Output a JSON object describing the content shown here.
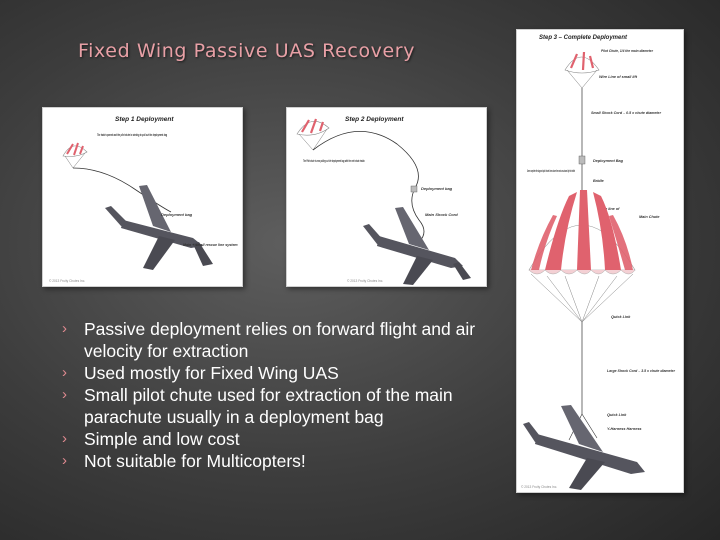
{
  "slide": {
    "title": "Fixed Wing Passive UAS Recovery",
    "bullets": [
      "Passive deployment relies on forward flight and air velocity for extraction",
      "Used mostly for Fixed Wing UAS",
      "Small pilot chute used for extraction of the main parachute usually in a deployment bag",
      "Simple and low cost",
      "Not suitable for Multicopters!"
    ],
    "bullet_marker": "›"
  },
  "figures": {
    "step1": {
      "heading": "Step 1 Deployment",
      "callout_hatch": "The hatch opened and the pilot chute is starting to pull out the deployment bag",
      "callout_bag": "Deployment bag",
      "callout_cord": "Main + small rescue line system",
      "copyright": "© 2013 Fruity Chutes Inc."
    },
    "step2": {
      "heading": "Step 2 Deployment",
      "callout_pilot": "The Pilot chute is now pulling out the deployment bag with the mini chute inside.",
      "callout_bag": "Deployment bag",
      "callout_cord": "Main Shock Cord",
      "copyright": "© 2013 Fruity Chutes Inc."
    },
    "step3": {
      "heading": "Step 3 – Complete Deployment",
      "callout_pilot": "Pilot Chute, 1/4 the main diameter",
      "callout_bridle": "Wire Line of small lift",
      "callout_small_cord": "Small Shock Cord – 0.5 x chute diameter",
      "callout_bag": "Deployment Bag",
      "callout_gone": "Once complete the bag and pilot chute lines above the main un-stowed by the bridle",
      "callout_bridle2": "Bridle",
      "callout_wire": "Wire line of",
      "callout_main": "Main Chute",
      "callout_quick": "Quick Link",
      "callout_large_cord": "Large Shock Cord – 3.5 x chute diameter",
      "callout_quick2": "Quick Link",
      "callout_harness": "Y-Harness Harness",
      "copyright": "© 2013 Fruity Chutes Inc."
    }
  },
  "colors": {
    "title": "#e8a0a6",
    "bullet_marker": "#e08a90",
    "canopy_red": "#e0626e",
    "aircraft": "#5a5a62"
  }
}
